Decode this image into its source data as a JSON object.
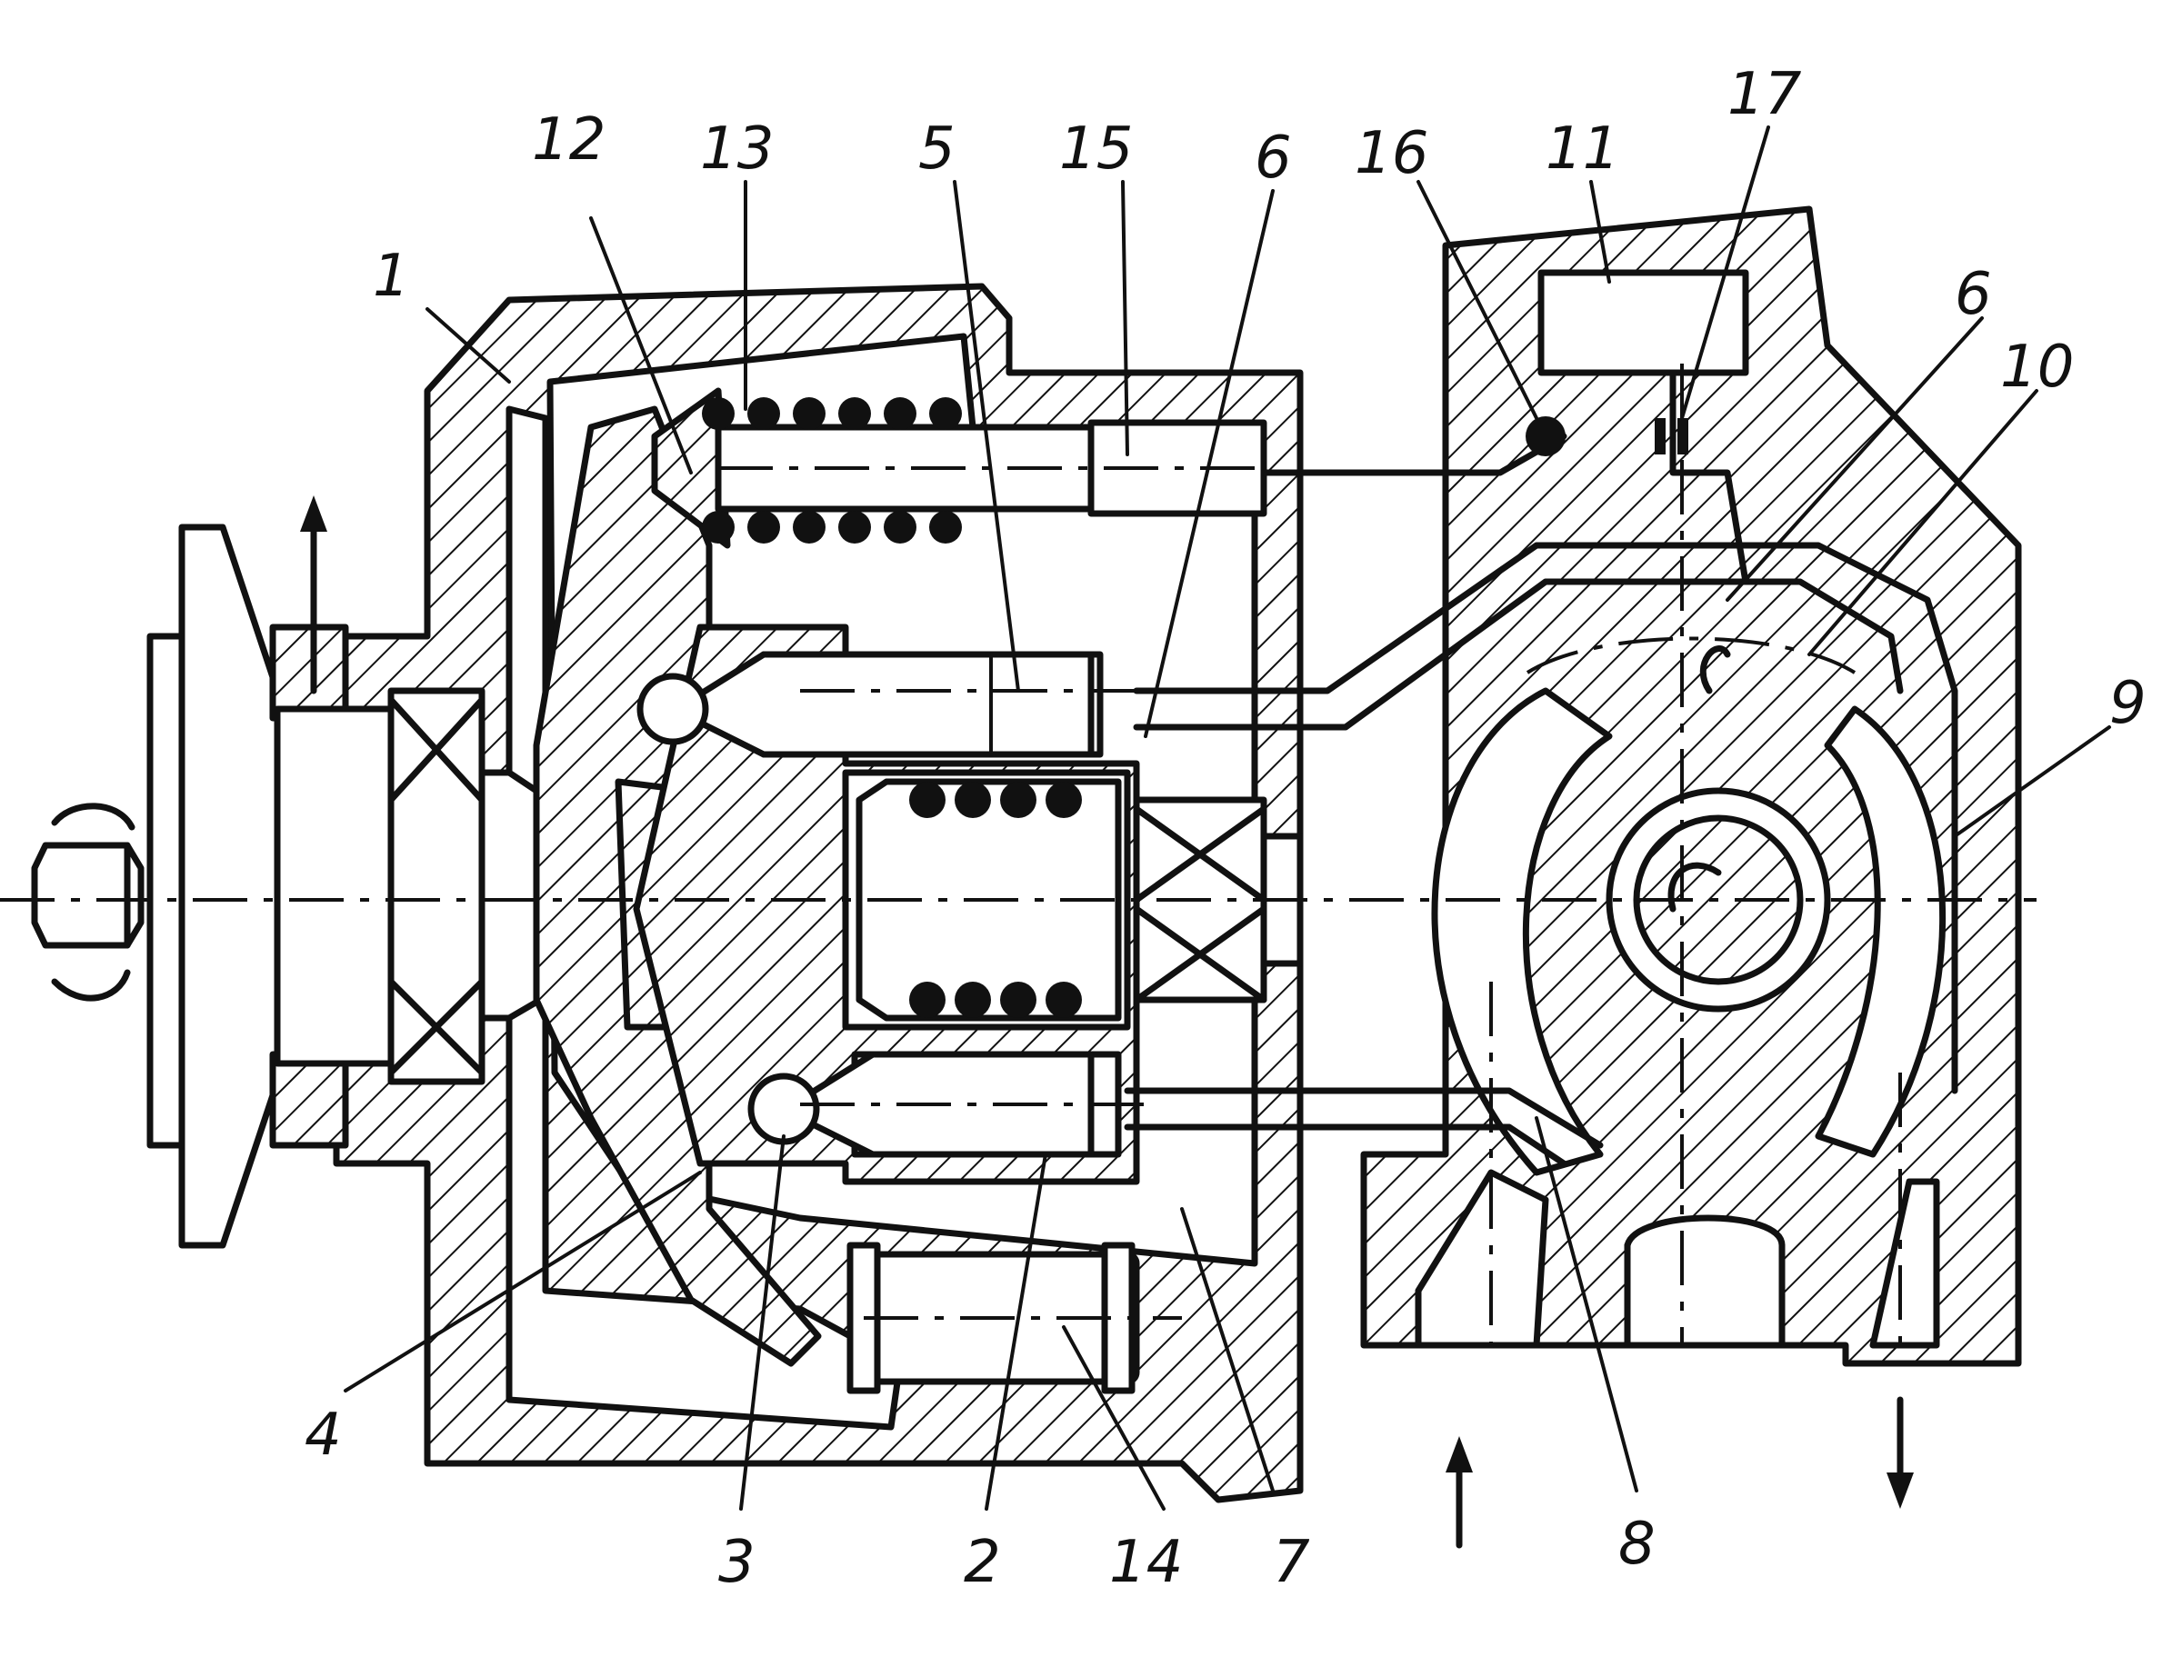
{
  "labels": {
    "l1": "1",
    "l2": "2",
    "l3": "3",
    "l4": "4",
    "l5": "5",
    "l6a": "6",
    "l6b": "6",
    "l7": "7",
    "l8": "8",
    "l9": "9",
    "l10": "10",
    "l11": "11",
    "l12": "12",
    "l13": "13",
    "l14": "14",
    "l15": "15",
    "l16": "16",
    "l17": "17"
  },
  "colors": {
    "ink": "#111111",
    "paper": "#ffffff"
  }
}
